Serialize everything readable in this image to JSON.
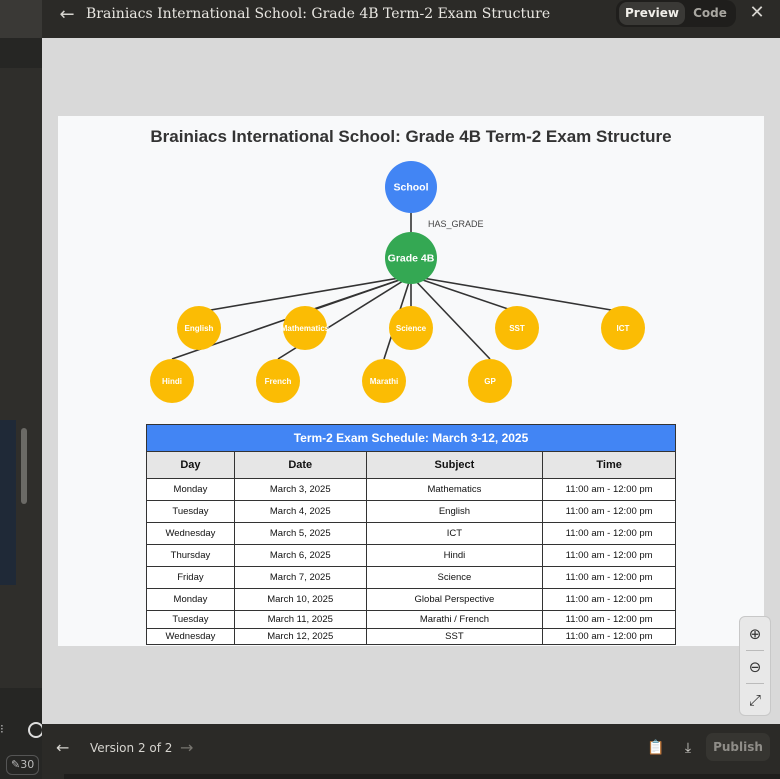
{
  "background": {
    "chip_label": "30"
  },
  "modal": {
    "title": "Brainiacs International School: Grade 4B Term-2 Exam Structure",
    "tabs": [
      {
        "label": "Preview",
        "selected": true
      },
      {
        "label": "Code",
        "selected": false
      }
    ]
  },
  "diagram": {
    "title": "Brainiacs International School: Grade 4B Term-2 Exam Structure",
    "colors": {
      "school": "#4285f4",
      "grade": "#34a853",
      "subject": "#fbbc04"
    },
    "school": "School",
    "grade": "Grade 4B",
    "edge_label": "HAS_GRADE",
    "subjects": [
      "English",
      "Mathematics",
      "Science",
      "SST",
      "ICT",
      "Hindi",
      "French",
      "Marathi",
      "GP"
    ]
  },
  "schedule": {
    "caption": "Term-2 Exam Schedule: March 3-12, 2025",
    "headers": [
      "Day",
      "Date",
      "Subject",
      "Time"
    ],
    "rows": [
      [
        "Monday",
        "March 3, 2025",
        "Mathematics",
        "11:00 am - 12:00 pm"
      ],
      [
        "Tuesday",
        "March 4, 2025",
        "English",
        "11:00 am - 12:00 pm"
      ],
      [
        "Wednesday",
        "March 5, 2025",
        "ICT",
        "11:00 am - 12:00 pm"
      ],
      [
        "Thursday",
        "March 6, 2025",
        "Hindi",
        "11:00 am - 12:00 pm"
      ],
      [
        "Friday",
        "March 7, 2025",
        "Science",
        "11:00 am - 12:00 pm"
      ],
      [
        "Monday",
        "March 10, 2025",
        "Global Perspective",
        "11:00 am - 12:00 pm"
      ],
      [
        "Tuesday",
        "March 11, 2025",
        "Marathi / French",
        "11:00 am - 12:00 pm"
      ],
      [
        "Wednesday",
        "March 12, 2025",
        "SST",
        "11:00 am - 12:00 pm"
      ]
    ]
  },
  "footer": {
    "version_label": "Version 2 of 2",
    "publish_label": "Publish"
  },
  "icons": {
    "back": "arrow-left-icon",
    "close": "close-icon",
    "zoom_in": "zoom-in-icon",
    "zoom_out": "zoom-out-icon",
    "fit": "expand-icon",
    "prev": "arrow-left-icon",
    "next": "arrow-right-icon",
    "copy": "clipboard-icon",
    "download": "download-icon"
  }
}
